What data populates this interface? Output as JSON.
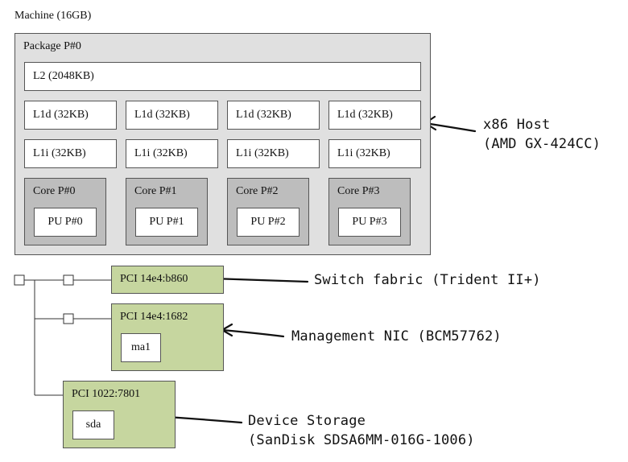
{
  "machine": {
    "label": "Machine (16GB)"
  },
  "package": {
    "label": "Package P#0",
    "l2": "L2 (2048KB)",
    "l1d": [
      "L1d (32KB)",
      "L1d (32KB)",
      "L1d (32KB)",
      "L1d (32KB)"
    ],
    "l1i": [
      "L1i (32KB)",
      "L1i (32KB)",
      "L1i (32KB)",
      "L1i (32KB)"
    ],
    "cores": [
      {
        "label": "Core P#0",
        "pu": "PU P#0"
      },
      {
        "label": "Core P#1",
        "pu": "PU P#1"
      },
      {
        "label": "Core P#2",
        "pu": "PU P#2"
      },
      {
        "label": "Core P#3",
        "pu": "PU P#3"
      }
    ]
  },
  "pci": [
    {
      "label": "PCI 14e4:b860",
      "child": ""
    },
    {
      "label": "PCI 14e4:1682",
      "child": "ma1"
    },
    {
      "label": "PCI 1022:7801",
      "child": "sda"
    }
  ],
  "annotations": {
    "host_line1": "x86 Host",
    "host_line2": "(AMD GX-424CC)",
    "switch": "Switch fabric (Trident II+)",
    "mgmt": "Management NIC (BCM57762)",
    "storage_line1": "Device Storage",
    "storage_line2": "(SanDisk SDSA6MM-016G-1006)"
  },
  "colors": {
    "package_bg": "#e0e0e0",
    "core_bg": "#bdbdbd",
    "pci_bg": "#c6d69f"
  }
}
